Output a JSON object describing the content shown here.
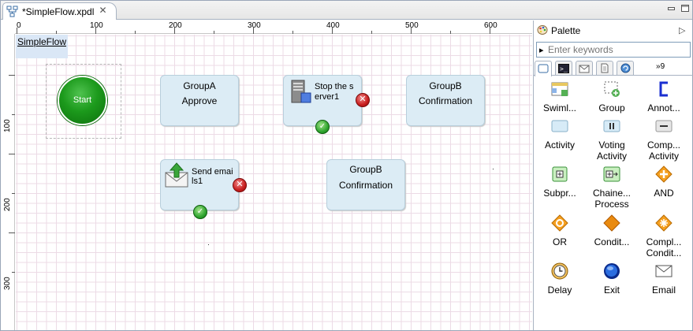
{
  "editor": {
    "tab_title": "*SimpleFlow.xpdl",
    "tab_close": "✕"
  },
  "ruler": {
    "horizontal": [
      "0",
      "100",
      "200",
      "300",
      "400",
      "500",
      "600"
    ],
    "vertical": [
      "100",
      "200",
      "300"
    ]
  },
  "diagram": {
    "pool_label": "SimpleFlow",
    "start_label": "Start",
    "tasks": [
      {
        "id": "groupa-approve",
        "line1": "GroupA",
        "line2": "Approve"
      },
      {
        "id": "stop-server",
        "line1": "Stop the s",
        "line2": "erver1"
      },
      {
        "id": "groupb-confirm-1",
        "line1": "GroupB",
        "line2": "Confirmation"
      },
      {
        "id": "send-emails",
        "line1": "Send emai",
        "line2": "ls1"
      },
      {
        "id": "groupb-confirm-2",
        "line1": "GroupB",
        "line2": "Confirmation"
      }
    ]
  },
  "palette": {
    "title": "Palette",
    "search_placeholder": "Enter keywords",
    "more_tabs_count": "9",
    "items": [
      {
        "label": "Swiml...",
        "icon": "swimlane-icon"
      },
      {
        "label": "Group",
        "icon": "group-icon"
      },
      {
        "label": "Annot...",
        "icon": "annotation-icon"
      },
      {
        "label": "Activity",
        "icon": "activity-icon"
      },
      {
        "label": "Voting Activity",
        "icon": "voting-activity-icon"
      },
      {
        "label": "Comp... Activity",
        "icon": "compensation-activity-icon"
      },
      {
        "label": "Subpr...",
        "icon": "subprocess-icon"
      },
      {
        "label": "Chaine... Process",
        "icon": "chained-process-icon"
      },
      {
        "label": "AND",
        "icon": "and-gateway-icon"
      },
      {
        "label": "OR",
        "icon": "or-gateway-icon"
      },
      {
        "label": "Condit...",
        "icon": "conditional-gateway-icon"
      },
      {
        "label": "Compl... Condit...",
        "icon": "complex-condition-icon"
      },
      {
        "label": "Delay",
        "icon": "delay-icon"
      },
      {
        "label": "Exit",
        "icon": "exit-icon"
      },
      {
        "label": "Email",
        "icon": "email-icon"
      }
    ]
  },
  "colors": {
    "task_fill": "#dcecf5",
    "start_green": "#1c9a1c",
    "error_red": "#c81e1e",
    "ok_green": "#2fa52f",
    "grid_line": "#ecdbe6"
  }
}
